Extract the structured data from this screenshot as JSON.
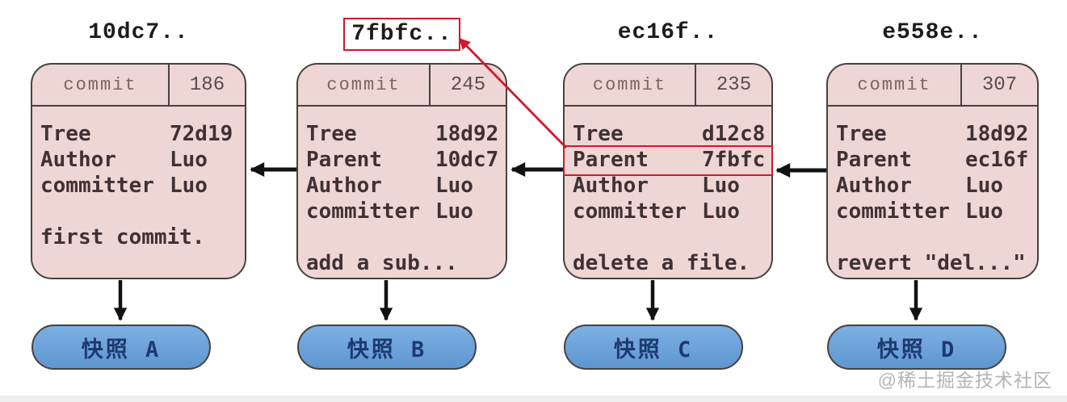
{
  "colors": {
    "box_fill": "#eed6d4",
    "box_border": "#48413f",
    "accent_red": "#d1182b",
    "snapshot_fill_top": "#7cb0e2",
    "snapshot_fill_bottom": "#5f96d0",
    "snapshot_text": "#1d3a70",
    "arrow_black": "#121212",
    "header_text": "#7a6561",
    "number_text": "#5d4b4b",
    "body_text": "#3f3134",
    "title_text": "#201b1b",
    "watermark_gray": "#b3b3b3"
  },
  "commits": [
    {
      "id": "10dc7..",
      "type_label": "commit",
      "size": "186",
      "fields": [
        {
          "label": "Tree",
          "value": "72d19"
        },
        {
          "label": "Author",
          "value": "Luo"
        },
        {
          "label": "committer",
          "value": "Luo"
        }
      ],
      "message": "first commit.",
      "snapshot_label": "快照 A"
    },
    {
      "id": "7fbfc..",
      "type_label": "commit",
      "size": "245",
      "fields": [
        {
          "label": "Tree",
          "value": "18d92"
        },
        {
          "label": "Parent",
          "value": "10dc7"
        },
        {
          "label": "Author",
          "value": "Luo"
        },
        {
          "label": "committer",
          "value": "Luo"
        }
      ],
      "message": "add a sub...",
      "snapshot_label": "快照 B"
    },
    {
      "id": "ec16f..",
      "type_label": "commit",
      "size": "235",
      "fields": [
        {
          "label": "Tree",
          "value": "d12c8"
        },
        {
          "label": "Parent",
          "value": "7fbfc"
        },
        {
          "label": "Author",
          "value": "Luo"
        },
        {
          "label": "committer",
          "value": "Luo"
        }
      ],
      "message": "delete a file.",
      "snapshot_label": "快照 C"
    },
    {
      "id": "e558e..",
      "type_label": "commit",
      "size": "307",
      "fields": [
        {
          "label": "Tree",
          "value": "18d92"
        },
        {
          "label": "Parent",
          "value": "ec16f"
        },
        {
          "label": "Author",
          "value": "Luo"
        },
        {
          "label": "committer",
          "value": "Luo"
        }
      ],
      "message": "revert \"del...\"",
      "snapshot_label": "快照 D"
    }
  ],
  "annotations": {
    "highlighted_title": "7fbfc..",
    "highlighted_field_commit": "ec16f..",
    "highlighted_field_label": "Parent",
    "highlighted_field_value": "7fbfc"
  },
  "watermark": "@稀土掘金技术社区"
}
